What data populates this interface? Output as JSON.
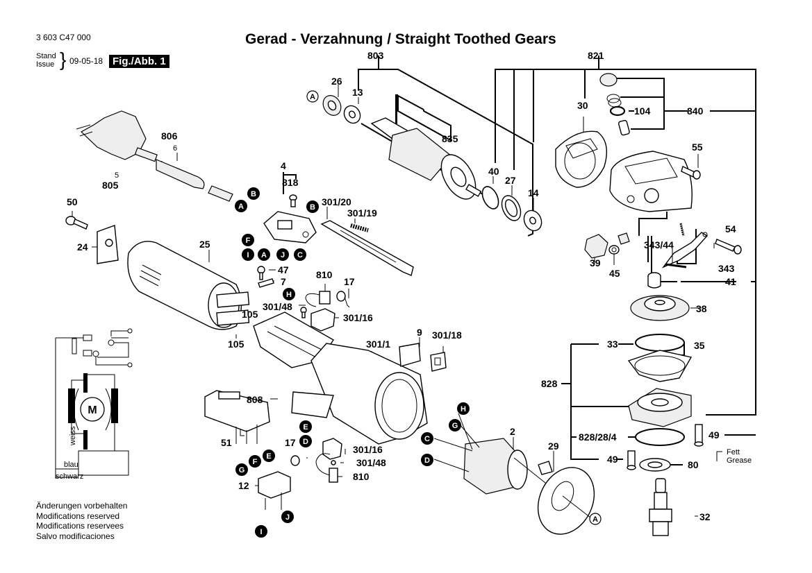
{
  "header": {
    "part_number": "3 603 C47 000",
    "stand_label": "Stand",
    "issue_label": "Issue",
    "date": "09-05-18",
    "figure_label": "Fig./Abb. 1",
    "title": "Gerad - Verzahnung / Straight Toothed Gears"
  },
  "footer_notes": [
    "Änderungen vorbehalten",
    "Modifications reserved",
    "Modifications reservees",
    "Salvo modificaciones"
  ],
  "part_labels": {
    "p803": "803",
    "p821": "821",
    "p26": "26",
    "p13": "13",
    "p835": "835",
    "p30": "30",
    "p104": "104",
    "p840": "840",
    "p55": "55",
    "p806": "806",
    "p6": "6",
    "p5": "5",
    "p805": "805",
    "p4": "4",
    "p818": "818",
    "p301_20": "301/20",
    "p301_19": "301/19",
    "p40": "40",
    "p27": "27",
    "p14": "14",
    "p50": "50",
    "p24": "24",
    "p25": "25",
    "p47": "47",
    "p7": "7",
    "p810a": "810",
    "p17a": "17",
    "p301_48a": "301/48",
    "p301_16a": "301/16",
    "p105a": "105",
    "p105b": "105",
    "p301_1": "301/1",
    "p9": "9",
    "p301_18": "301/18",
    "p54": "54",
    "p343_44": "343/44",
    "p343": "343",
    "p41": "41",
    "p39": "39",
    "p45": "45",
    "p38": "38",
    "p33": "33",
    "p35": "35",
    "p828": "828",
    "p828_28_4": "828/28/4",
    "p49a": "49",
    "p49b": "49",
    "p80": "80",
    "p32": "32",
    "p808": "808",
    "p51": "51",
    "p12": "12",
    "p17b": "17",
    "p301_16b": "301/16",
    "p301_48b": "301/48",
    "p810b": "810",
    "p2": "2",
    "p29": "29"
  },
  "grease_label": {
    "de": "Fett",
    "en": "Grease"
  },
  "wiring": {
    "motor": "M",
    "wire_white": "weiss",
    "wire_blue": "blau",
    "wire_black": "schwarz"
  },
  "connector_badges": {
    "A": "A",
    "B": "B",
    "C": "C",
    "D": "D",
    "E": "E",
    "F": "F",
    "G": "G",
    "H": "H",
    "I": "I",
    "J": "J"
  }
}
